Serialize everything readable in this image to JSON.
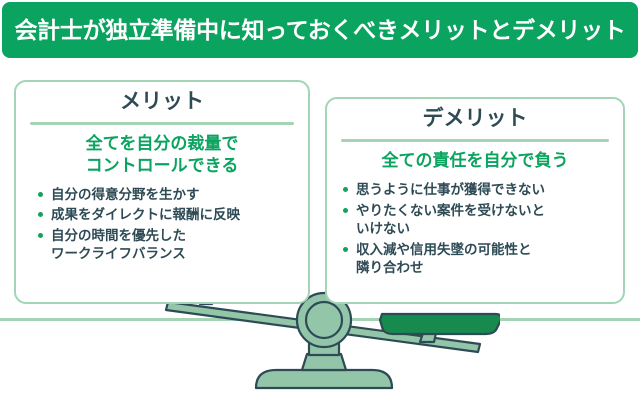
{
  "header": {
    "title": "会計士が独立準備中に知っておくべきメリットとデメリット",
    "background_color": "#0ba360",
    "text_color": "#ffffff"
  },
  "theme": {
    "accent_green": "#0ba360",
    "light_green": "#a3d4b5",
    "dark_text": "#2e4a55",
    "bullet_green": "#16a05c",
    "pan_green": "#178a4e",
    "sage_green": "#93c6a9",
    "outline_navy": "#2e4a55"
  },
  "panels": [
    {
      "id": "merit",
      "title": "メリット",
      "subtitle_lines": [
        "全てを自分の裁量で",
        "コントロールできる"
      ],
      "bullets": [
        {
          "lines": [
            "自分の得意分野を生かす"
          ]
        },
        {
          "lines": [
            "成果をダイレクトに報酬に反映"
          ]
        },
        {
          "lines": [
            "自分の時間を優先した",
            "ワークライフバランス"
          ]
        }
      ]
    },
    {
      "id": "demerit",
      "title": "デメリット",
      "subtitle_lines": [
        "全ての責任を自分で負う"
      ],
      "bullets": [
        {
          "lines": [
            "思うように仕事が獲得できない"
          ]
        },
        {
          "lines": [
            "やりたくない案件を受けないと",
            "いけない"
          ]
        },
        {
          "lines": [
            "収入減や信用失墜の可能性と",
            "隣り合わせ"
          ]
        }
      ]
    }
  ],
  "illustration": {
    "name": "balance-scale",
    "description": "天秤",
    "tilt": "left-pan-raised"
  }
}
